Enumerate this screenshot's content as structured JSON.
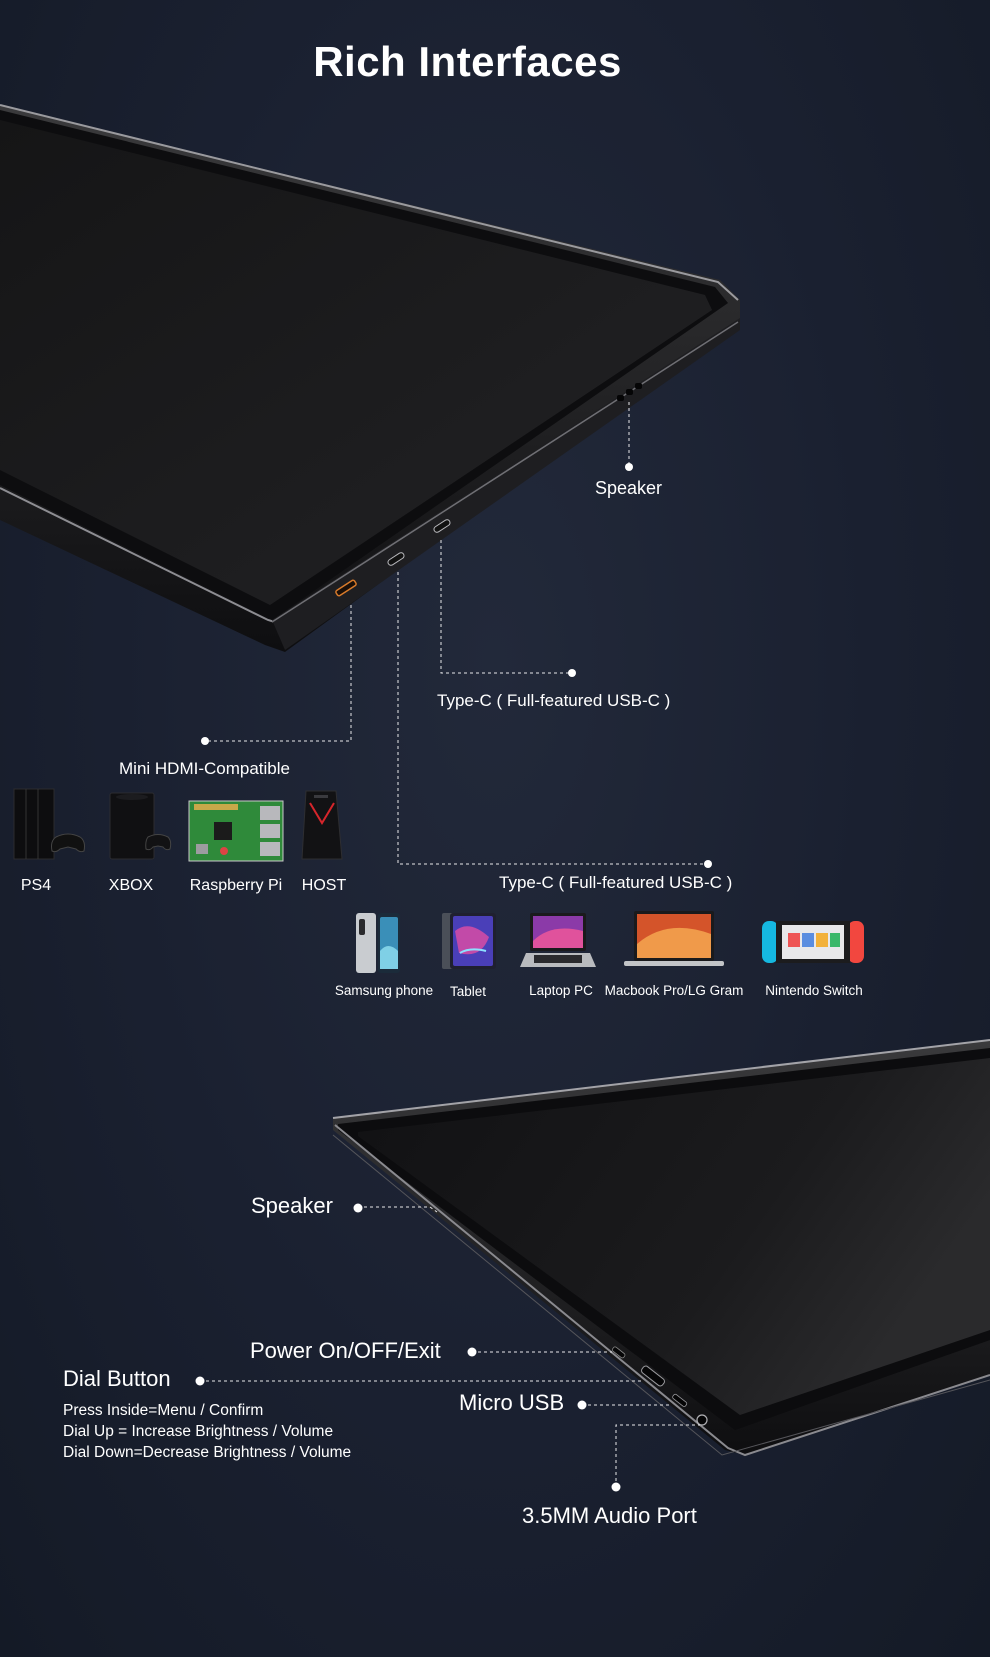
{
  "title": "Rich Interfaces",
  "labels": {
    "speaker_top": "Speaker",
    "type_c_1": "Type-C ( Full-featured USB-C )",
    "mini_hdmi": "Mini HDMI-Compatible",
    "type_c_2": "Type-C ( Full-featured USB-C )",
    "speaker_bottom": "Speaker",
    "power": "Power On/OFF/Exit",
    "dial_button": "Dial Button",
    "micro_usb": "Micro USB",
    "audio_port": "3.5MM Audio Port"
  },
  "dial_notes": [
    "Press Inside=Menu / Confirm",
    "Dial Up = Increase Brightness / Volume",
    "Dial Down=Decrease Brightness / Volume"
  ],
  "hdmi_devices": [
    {
      "name": "PS4",
      "icon": "ps4-console-icon"
    },
    {
      "name": "XBOX",
      "icon": "xbox-console-icon"
    },
    {
      "name": "Raspberry Pi",
      "icon": "raspberry-pi-board-icon"
    },
    {
      "name": "HOST",
      "icon": "pc-tower-icon"
    }
  ],
  "usbc_devices": [
    {
      "name": "Samsung phone",
      "icon": "smartphone-icon"
    },
    {
      "name": "Tablet",
      "icon": "tablet-icon"
    },
    {
      "name": "Laptop PC",
      "icon": "laptop-icon"
    },
    {
      "name": "Macbook Pro/LG Gram",
      "icon": "macbook-icon"
    },
    {
      "name": "Nintendo Switch",
      "icon": "nintendo-switch-icon"
    }
  ],
  "colors": {
    "background": "#1a2030",
    "text": "#ffffff",
    "monitor_screen": "#1c1c1e",
    "monitor_bezel": "#0c0c0e",
    "port_orange": "#d87a2a"
  }
}
